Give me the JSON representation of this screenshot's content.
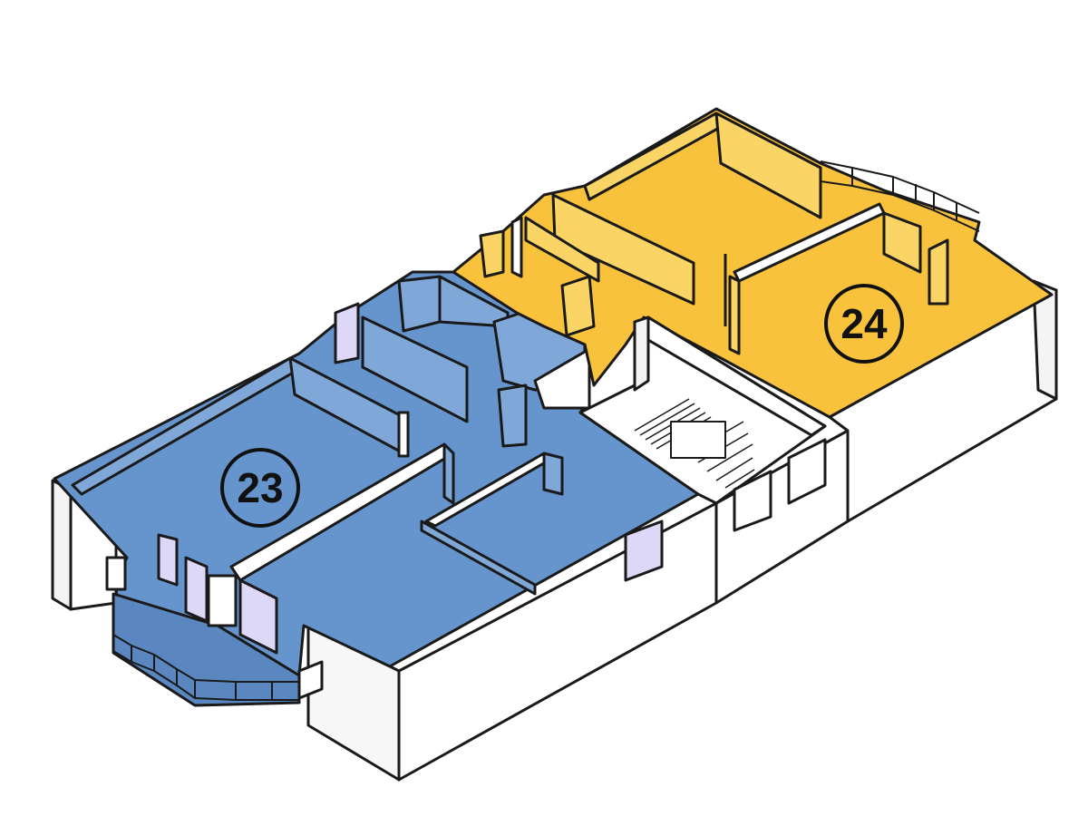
{
  "diagram": {
    "units": [
      {
        "id": "unit-23",
        "label": "23",
        "color": "#6595cc"
      },
      {
        "id": "unit-24",
        "label": "24",
        "color": "#f8c23c"
      }
    ],
    "colors": {
      "wall_fill": "#ffffff",
      "wall_stroke": "#1a1a1a",
      "wall_side": "#f4f4f4",
      "window": "#ddd8f7",
      "inner_wall_blue": "#7fa7d8",
      "inner_wall_yellow": "#fbd466",
      "label_circle_stroke": "#111111",
      "label_text": "#111111"
    },
    "icons": [
      "staircase-icon"
    ]
  }
}
